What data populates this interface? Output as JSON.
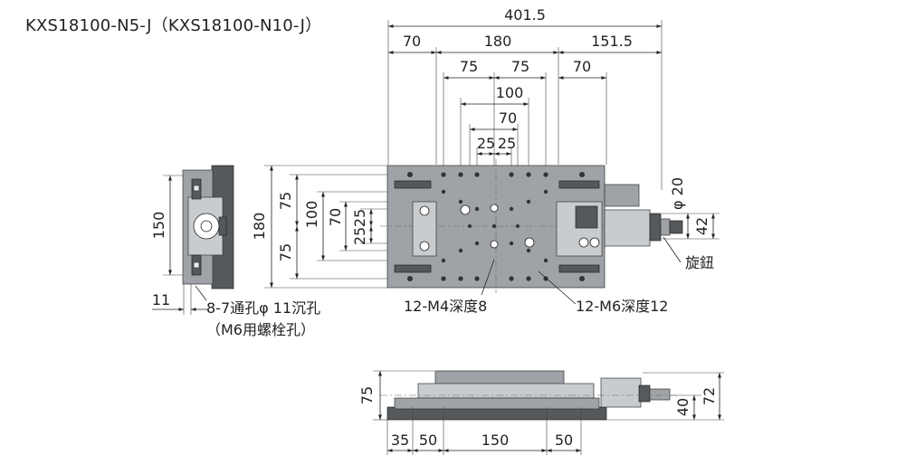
{
  "title": "KXS18100-N5-J（KXS18100-N10-J）",
  "top_dims": {
    "total": "401.5",
    "left": "70",
    "middle": "180",
    "right": "151.5",
    "left_75": "75",
    "right_75": "75",
    "right_70": "70",
    "pitch_100": "100",
    "pitch_70": "70",
    "pitch_25_left": "25",
    "pitch_25_right": "25"
  },
  "left_dims": {
    "d180": "180",
    "d75_top": "75",
    "d75_bottom": "75",
    "d100": "100",
    "d70": "70",
    "d25_top": "25",
    "d25_bottom": "25"
  },
  "side_view_dims": {
    "d150": "150",
    "d11": "11"
  },
  "right_dims": {
    "phi20": "φ 20",
    "d42": "42"
  },
  "notes": {
    "counterbore_line1": "8-7通孔φ 11沉孔",
    "counterbore_line2": "（M6用螺栓孔）",
    "m4_holes": "12-M4深度8",
    "m6_holes": "12-M6深度12",
    "knob": "旋鈕"
  },
  "front_view_dims": {
    "d75": "75",
    "d40": "40",
    "d72": "72",
    "b35": "35",
    "b50_left": "50",
    "b150": "150",
    "b50_right": "50"
  }
}
